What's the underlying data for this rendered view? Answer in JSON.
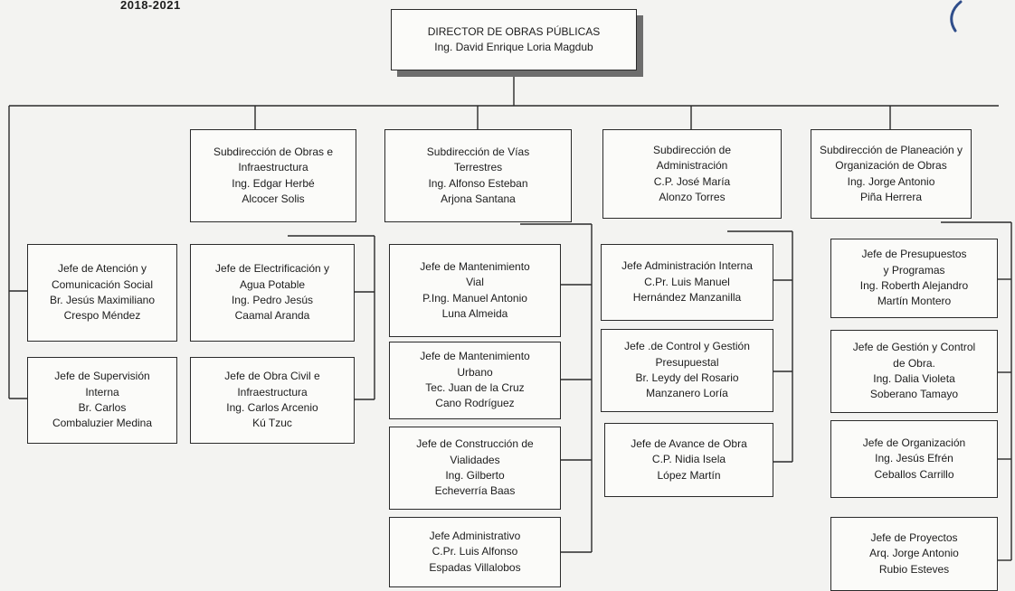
{
  "header": {
    "year_range": "2018-2021"
  },
  "director": {
    "title": "DIRECTOR DE OBRAS PÚBLICAS",
    "name": "Ing. David Enrique Loria Magdub"
  },
  "subdirecciones": [
    {
      "lines": [
        "Subdirección de Obras e",
        "Infraestructura",
        "Ing. Edgar Herbé",
        "Alcocer Solis"
      ]
    },
    {
      "lines": [
        "Subdirección de Vías",
        "Terrestres",
        "Ing. Alfonso Esteban",
        "Arjona Santana"
      ]
    },
    {
      "lines": [
        "Subdirección de",
        "Administración",
        "C.P. José María",
        "Alonzo Torres"
      ]
    },
    {
      "lines": [
        "Subdirección de Planeación y",
        "Organización de Obras",
        "Ing. Jorge Antonio",
        "Piña Herrera"
      ]
    }
  ],
  "direct_units": [
    {
      "lines": [
        "Jefe de Atención y",
        "Comunicación Social",
        "Br. Jesús Maximiliano",
        "Crespo Méndez"
      ]
    },
    {
      "lines": [
        "Jefe de Supervisión",
        "Interna",
        "Br. Carlos",
        "Combaluzier Medina"
      ]
    }
  ],
  "obras_units": [
    {
      "lines": [
        "Jefe de Electrificación y",
        "Agua Potable",
        "Ing. Pedro Jesús",
        "Caamal Aranda"
      ]
    },
    {
      "lines": [
        "Jefe de Obra Civil e",
        "Infraestructura",
        "Ing. Carlos Arcenio",
        "Kú Tzuc"
      ]
    }
  ],
  "vias_units": [
    {
      "lines": [
        "Jefe de Mantenimiento",
        "Vial",
        "P.Ing. Manuel Antonio",
        "Luna Almeida"
      ]
    },
    {
      "lines": [
        "Jefe de Mantenimiento",
        "Urbano",
        "Tec. Juan de la Cruz",
        "Cano Rodríguez"
      ]
    },
    {
      "lines": [
        "Jefe de Construcción de",
        "Vialidades",
        "Ing. Gilberto",
        "Echeverría Baas"
      ]
    },
    {
      "lines": [
        "Jefe Administrativo",
        "C.Pr. Luis Alfonso",
        "Espadas Villalobos"
      ]
    }
  ],
  "admin_units": [
    {
      "lines": [
        "Jefe Administración Interna",
        "C.Pr. Luis Manuel",
        "Hernández Manzanilla"
      ]
    },
    {
      "lines": [
        "Jefe .de Control y Gestión",
        "Presupuestal",
        "Br. Leydy del Rosario",
        "Manzanero Loría"
      ]
    },
    {
      "lines": [
        "Jefe de Avance de Obra",
        "C.P. Nidia Isela",
        "López Martín"
      ]
    }
  ],
  "planeacion_units": [
    {
      "lines": [
        "Jefe de Presupuestos",
        "y Programas",
        "Ing. Roberth Alejandro",
        "Martín Montero"
      ]
    },
    {
      "lines": [
        "Jefe de Gestión y Control",
        "de Obra.",
        "Ing. Dalia Violeta",
        "Soberano Tamayo"
      ]
    },
    {
      "lines": [
        "Jefe de Organización",
        "Ing. Jesús Efrén",
        "Ceballos Carrillo"
      ]
    },
    {
      "lines": [
        "Jefe de Proyectos",
        "Arq. Jorge Antonio",
        "Rubio Esteves"
      ]
    }
  ]
}
